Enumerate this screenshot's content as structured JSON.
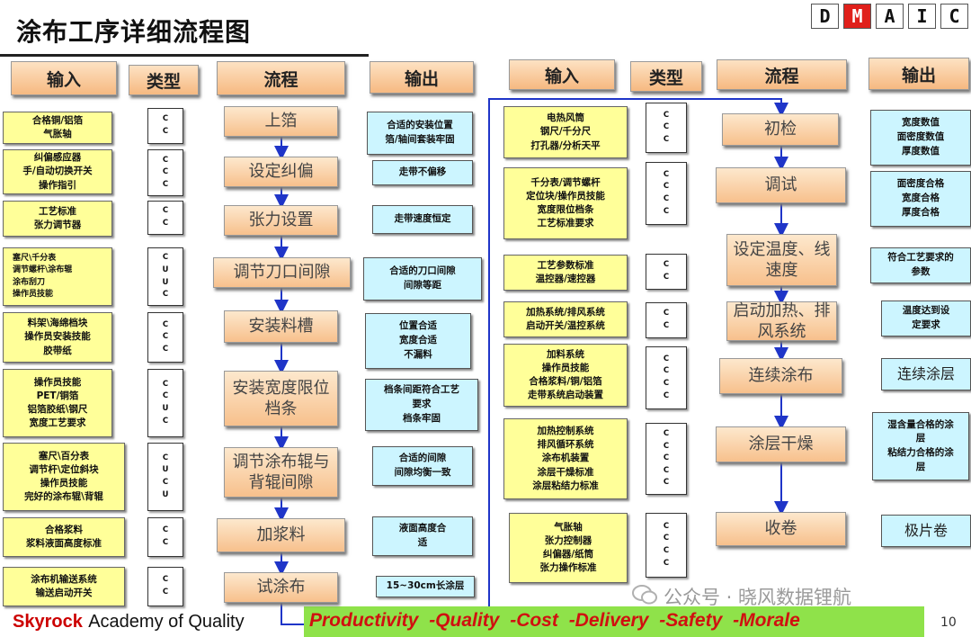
{
  "title": "涂布工序详细流程图",
  "dmaic": [
    "D",
    "M",
    "A",
    "I",
    "C"
  ],
  "headers": {
    "left": {
      "input": "输入",
      "type": "类型",
      "process": "流程",
      "output": "输出"
    },
    "right": {
      "input": "输入",
      "type": "类型",
      "process": "流程",
      "output": "输出"
    }
  },
  "left_rows": [
    {
      "input": [
        "合格铜/铝箔",
        "气胀轴"
      ],
      "types": [
        "C",
        "C"
      ],
      "process": "上箔",
      "output": [
        "合适的安装位置",
        "箔/轴间套装牢固"
      ]
    },
    {
      "input": [
        "纠偏感应器",
        "手/自动切换开关",
        "操作指引"
      ],
      "types": [
        "C",
        "C",
        "C"
      ],
      "process": "设定纠偏",
      "output": [
        "走带不偏移"
      ]
    },
    {
      "input": [
        "工艺标准",
        "张力调节器"
      ],
      "types": [
        "C",
        "C"
      ],
      "process": "张力设置",
      "output": [
        "走带速度恒定"
      ]
    },
    {
      "input": [
        "塞尺\\千分表",
        "调节螺杆\\涂布辊",
        "涂布刮刀",
        "操作员技能"
      ],
      "types": [
        "C",
        "U",
        "U",
        "C"
      ],
      "process": "调节刀口间隙",
      "output": [
        "合适的刀口间隙",
        "间隙等距"
      ]
    },
    {
      "input": [
        "料架\\海绵档块",
        "操作员安装技能",
        "胶带纸"
      ],
      "types": [
        "C",
        "C",
        "C"
      ],
      "process": "安装料槽",
      "output": [
        "位置合适",
        "宽度合适",
        "不漏料"
      ]
    },
    {
      "input": [
        "操作员技能",
        "PET/铜箔",
        "铝箔胶纸\\钢尺",
        "宽度工艺要求"
      ],
      "types": [
        "C",
        "C",
        "U",
        "C"
      ],
      "process": "安装宽度限位档条",
      "output": [
        "档条间距符合工艺",
        "要求",
        "档条牢固"
      ]
    },
    {
      "input": [
        "塞尺\\百分表",
        "调节杆\\定位斜块",
        "操作员技能",
        "完好的涂布辊\\背辊"
      ],
      "types": [
        "C",
        "U",
        "C",
        "U"
      ],
      "process": "调节涂布辊与背辊间隙",
      "output": [
        "合适的间隙",
        "间隙均衡一致"
      ]
    },
    {
      "input": [
        "合格浆料",
        "浆料液面高度标准"
      ],
      "types": [
        "C",
        "C"
      ],
      "process": "加浆料",
      "output": [
        "液面高度合",
        "适"
      ]
    },
    {
      "input": [
        "涂布机输送系统",
        "输送启动开关"
      ],
      "types": [
        "C",
        "C"
      ],
      "process": "试涂布",
      "output": [
        "15~30cm长涂层"
      ]
    }
  ],
  "right_rows": [
    {
      "input": [
        "电热风筒",
        "钢尺/千分尺",
        "打孔器/分析天平"
      ],
      "types": [
        "C",
        "C",
        "C"
      ],
      "process": "初检",
      "output": [
        "宽度数值",
        "面密度数值",
        "厚度数值"
      ]
    },
    {
      "input": [
        "千分表/调节螺杆",
        "定位块/操作员技能",
        "宽度限位档条",
        "工艺标准要求"
      ],
      "types": [
        "C",
        "C",
        "C",
        "C"
      ],
      "process": "调试",
      "output": [
        "面密度合格",
        "宽度合格",
        "厚度合格"
      ]
    },
    {
      "input": [
        "工艺参数标准",
        "温控器/速控器"
      ],
      "types": [
        "C",
        "C"
      ],
      "process": "设定温度、线速度",
      "output": [
        "符合工艺要求的",
        "参数"
      ]
    },
    {
      "input": [
        "加热系统/排风系统",
        "启动开关/温控系统"
      ],
      "types": [
        "C",
        "C"
      ],
      "process": "启动加热、排风系统",
      "output": [
        "温度达到设",
        "定要求"
      ]
    },
    {
      "input": [
        "加料系统",
        "操作员技能",
        "合格浆料/铜/铝箔",
        "走带系统启动装置"
      ],
      "types": [
        "C",
        "C",
        "C",
        "C"
      ],
      "process": "连续涂布",
      "output": [
        "连续涂层"
      ]
    },
    {
      "input": [
        "加热控制系统",
        "排风循环系统",
        "涂布机装置",
        "涂层干燥标准",
        "涂层粘结力标准"
      ],
      "types": [
        "C",
        "C",
        "C",
        "C",
        "C"
      ],
      "process": "涂层干燥",
      "output": [
        "湿含量合格的涂",
        "层",
        "粘结力合格的涂",
        "层"
      ]
    },
    {
      "input": [
        "气胀轴",
        "张力控制器",
        "纠偏器/纸筒",
        "张力操作标准"
      ],
      "types": [
        "C",
        "C",
        "C",
        "C"
      ],
      "process": "收卷",
      "output": [
        "极片卷"
      ]
    }
  ],
  "footer": {
    "brand": "Skyrock",
    "academy": "Academy of Quality",
    "tagline": "Productivity -Quality -Cost -Delivery -Safety -Morale",
    "page": "10",
    "watermark": "公众号 · 晓风数据锂航"
  },
  "colors": {
    "header": "#f6b981",
    "input": "#ffff99",
    "output": "#ccf5ff",
    "process": "#f7c08c",
    "arrow": "#1f35c8",
    "band": "#8fe24a",
    "footer_red": "#d01010"
  }
}
